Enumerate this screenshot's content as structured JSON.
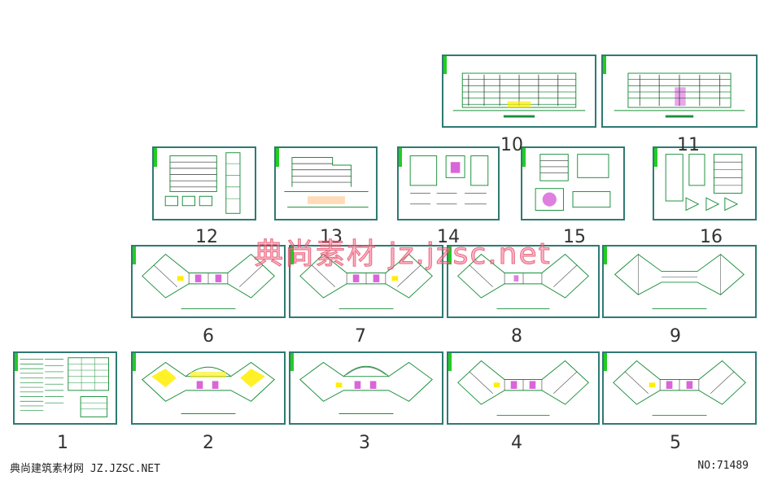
{
  "sheets": [
    {
      "id": "1",
      "label": "1"
    },
    {
      "id": "2",
      "label": "2"
    },
    {
      "id": "3",
      "label": "3"
    },
    {
      "id": "4",
      "label": "4"
    },
    {
      "id": "5",
      "label": "5"
    },
    {
      "id": "6",
      "label": "6"
    },
    {
      "id": "7",
      "label": "7"
    },
    {
      "id": "8",
      "label": "8"
    },
    {
      "id": "9",
      "label": "9"
    },
    {
      "id": "10",
      "label": "10"
    },
    {
      "id": "11",
      "label": "11"
    },
    {
      "id": "12",
      "label": "12"
    },
    {
      "id": "13",
      "label": "13"
    },
    {
      "id": "14",
      "label": "14"
    },
    {
      "id": "15",
      "label": "15"
    },
    {
      "id": "16",
      "label": "16"
    }
  ],
  "watermark": "典尚素材 jz.jzsc.net",
  "footer": {
    "site": "典尚建筑素材网 JZ.JZSC.NET",
    "code": "NO:71489"
  },
  "colors": {
    "frame": "#2e7a73",
    "tab": "#22cc22",
    "linework": "#1a8f3a",
    "accent_yellow": "#ffee00",
    "accent_magenta": "#c000c0"
  }
}
